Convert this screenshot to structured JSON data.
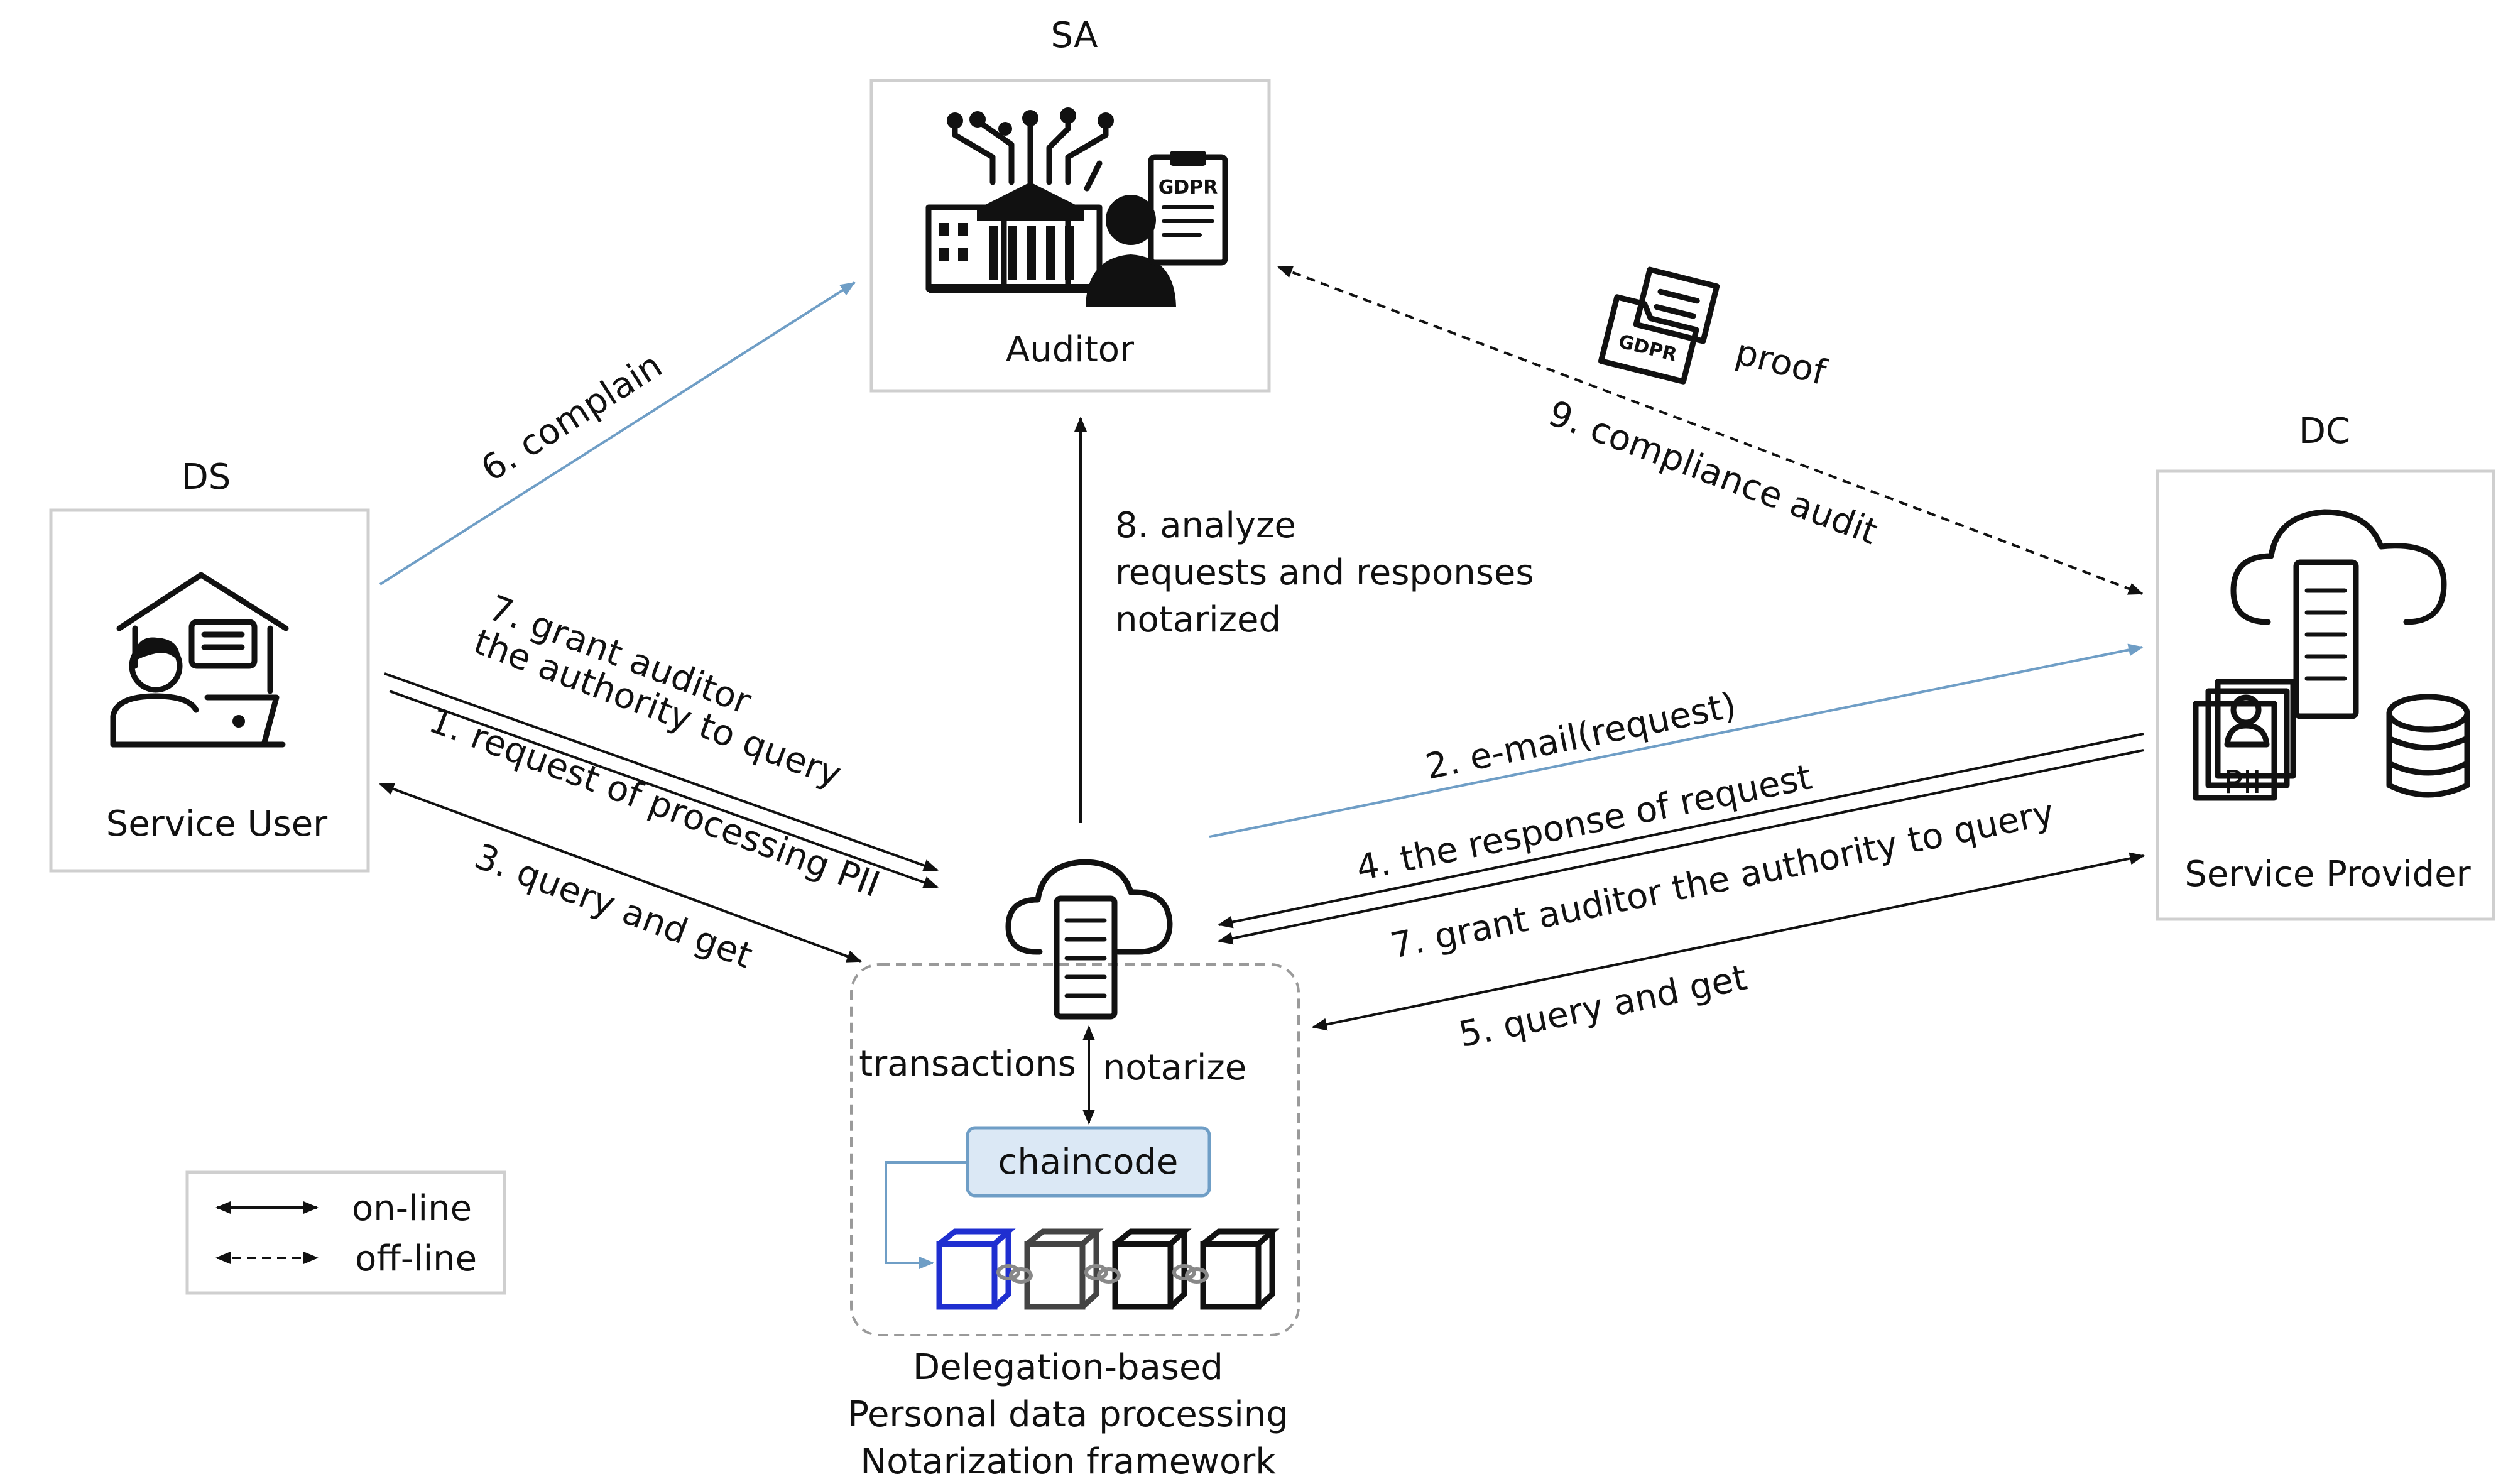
{
  "actors": {
    "sa": {
      "role": "SA",
      "name": "Auditor",
      "badge": "GDPR"
    },
    "ds": {
      "role": "DS",
      "name": "Service User"
    },
    "dc": {
      "role": "DC",
      "name": "Service Provider",
      "badge": "PII"
    }
  },
  "framework": {
    "caption_lines": [
      "Delegation-based",
      "Personal data processing",
      "Notarization framework"
    ],
    "transactions_label": "transactions",
    "notarize_label": "notarize",
    "chaincode_label": "chaincode"
  },
  "flows": {
    "complain": "6. complain",
    "grant_ds_line1": "7. grant auditor",
    "grant_ds_line2": "the authority to query",
    "request_pii": "1. request of processing PII",
    "query_get_ds": "3. query and get",
    "analyze_line1": "8. analyze",
    "analyze_line2": "requests and responses",
    "analyze_line3": "notarized",
    "email_request": "2. e-mail(request)",
    "response": "4. the response of request",
    "grant_dc": "7. grant auditor the authority to query",
    "query_get_dc": "5. query and get",
    "compliance_audit": "9. compliance audit",
    "proof": "proof",
    "proof_badge": "GDPR"
  },
  "legend": {
    "online": "on-line",
    "offline": "off-line"
  },
  "colors": {
    "online_arrow": "#111111",
    "blue_arrow": "#6f9ec6",
    "box_border": "#cfcfcf",
    "first_block": "#1f2fd0",
    "chaincode_fill": "#dbe8f5"
  }
}
